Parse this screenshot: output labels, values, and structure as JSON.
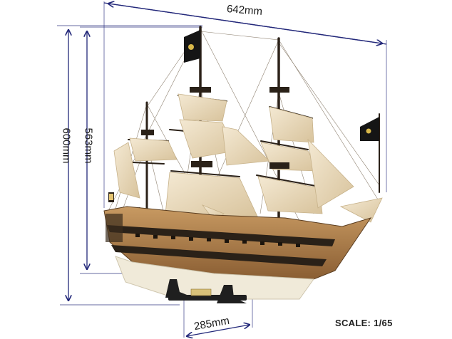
{
  "dimensions": {
    "width": "642mm",
    "height_total": "600mm",
    "height_hull": "563mm",
    "depth": "285mm"
  },
  "scale_label": "SCALE: 1/65",
  "colors": {
    "dimension_line": "#23287a",
    "sail": "#efe2c8",
    "sail_shade": "#d9c6a2",
    "hull_wood": "#b88a55",
    "hull_dark": "#2a2118",
    "hull_bottom": "#f0ead9",
    "stand": "#1f1f1f"
  },
  "icons": {
    "flags": "jolly-roger-flag-icon"
  }
}
